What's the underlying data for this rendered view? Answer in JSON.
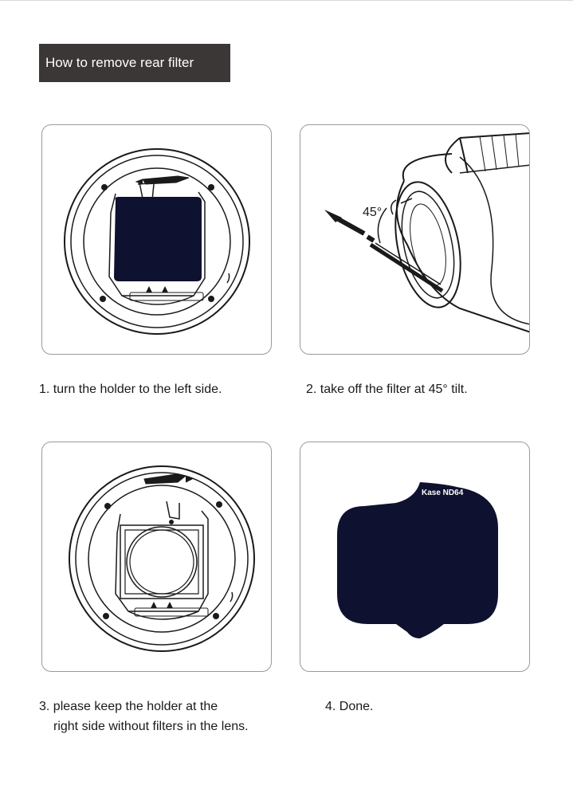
{
  "title": "How to remove rear filter",
  "steps": [
    {
      "caption": "1. turn the holder to the left side."
    },
    {
      "caption": "2. take off the filter at 45° tilt.",
      "angle_label": "45°"
    },
    {
      "caption_line1": "3. please keep the holder at the",
      "caption_line2": "right side without filters in the lens."
    },
    {
      "caption": "4. Done.",
      "filter_label": "Kase ND64"
    }
  ],
  "colors": {
    "title_bg": "#3a3736",
    "filter": "#0f1130",
    "line_art": "#1a1a1a",
    "panel_border": "#9a9a9a"
  }
}
